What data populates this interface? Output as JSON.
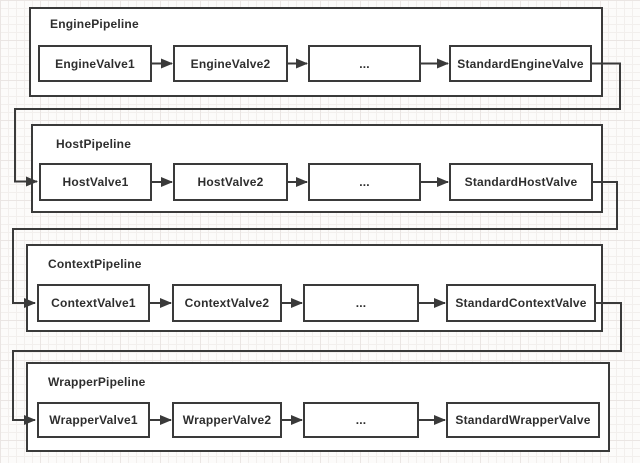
{
  "diagram": {
    "type": "flow-diagram",
    "style": {
      "line_color": "#3a3a3a",
      "box_fill": "#ffffff",
      "text_color": "#2e2e2e",
      "background_color": "#fcfbfa",
      "grid_color": "#eae5e3"
    },
    "pipelines": [
      {
        "title": "EnginePipeline",
        "valves": [
          "EngineValve1",
          "EngineValve2",
          "...",
          "StandardEngineValve"
        ]
      },
      {
        "title": "HostPipeline",
        "valves": [
          "HostValve1",
          "HostValve2",
          "...",
          "StandardHostValve"
        ]
      },
      {
        "title": "ContextPipeline",
        "valves": [
          "ContextValve1",
          "ContextValve2",
          "...",
          "StandardContextValve"
        ]
      },
      {
        "title": "WrapperPipeline",
        "valves": [
          "WrapperValve1",
          "WrapperValve2",
          "...",
          "StandardWrapperValve"
        ]
      }
    ],
    "connections": [
      {
        "from": "StandardEngineValve",
        "to": "HostValve1"
      },
      {
        "from": "StandardHostValve",
        "to": "ContextValve1"
      },
      {
        "from": "StandardContextValve",
        "to": "WrapperValve1"
      }
    ]
  }
}
